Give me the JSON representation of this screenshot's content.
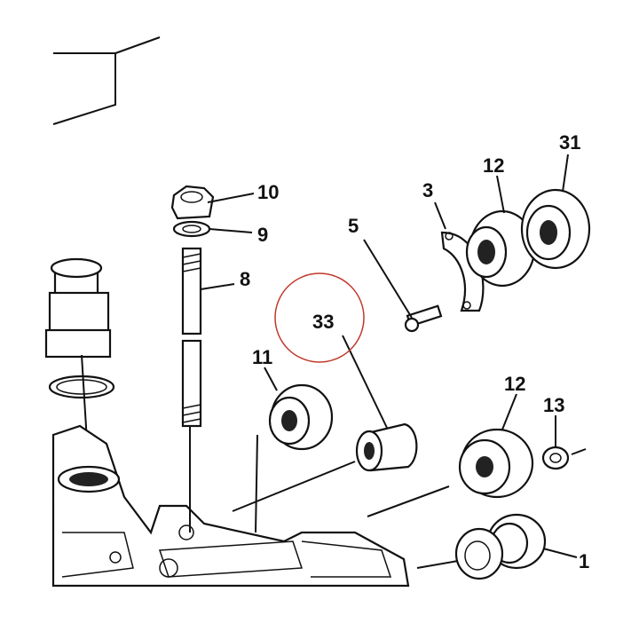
{
  "callouts": {
    "p10": "10",
    "p9": "9",
    "p8": "8",
    "p3": "3",
    "p5": "5",
    "p12a": "12",
    "p31": "31",
    "p33": "33",
    "p11": "11",
    "p12b": "12",
    "p13": "13",
    "p1_partial": "1"
  },
  "colors": {
    "ink": "#111111",
    "highlight_circle": "#c0392b",
    "background": "#ffffff"
  }
}
